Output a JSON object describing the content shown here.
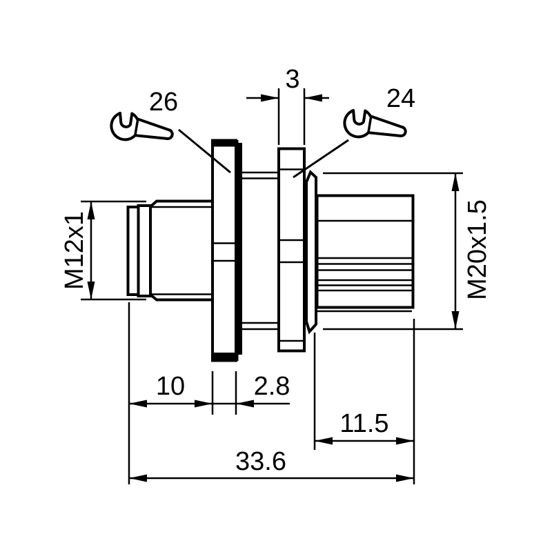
{
  "page": {
    "background_color": "#ffffff",
    "line_color": "#000000",
    "description": "Technical dimension drawing of M12x1 to M20x1.5 threaded panel adapter"
  },
  "dims": {
    "wrench_left": "26",
    "wrench_right": "24",
    "nut_right_thickness": "3",
    "thread_left_spec": "M12x1",
    "thread_right_spec": "M20x1.5",
    "thread_left_length": "10",
    "nut_left_thickness": "2.8",
    "thread_right_length": "11.5",
    "total_length": "33.6"
  }
}
